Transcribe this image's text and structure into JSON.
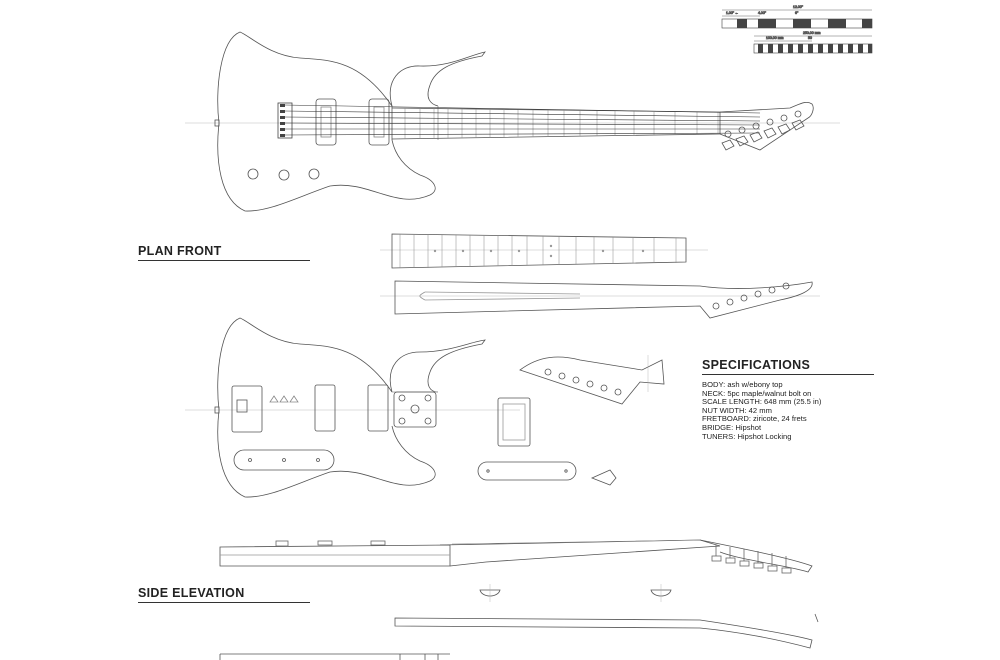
{
  "sections": {
    "plan_front": "PLAN FRONT",
    "side_elevation": "SIDE ELEVATION"
  },
  "specifications": {
    "title": "SPECIFICATIONS",
    "lines": [
      "BODY: ash w/ebony top",
      "NECK: 5pc maple/walnut bolt on",
      "SCALE LENGTH: 648 mm (25.5 in)",
      "NUT WIDTH: 42 mm",
      "FRETBOARD: ziricote, 24 frets",
      "BRIDGE: Hipshot",
      "TUNERS: Hipshot Locking"
    ]
  },
  "scale_bars": {
    "imperial": {
      "total": "12.00\"",
      "labels": [
        "1.00\" ←",
        "4.00\"",
        "6\""
      ]
    },
    "metric": {
      "total": "250.00 mm",
      "labels": [
        "100.00 mm",
        "50"
      ]
    }
  },
  "colors": {
    "line": "#555555",
    "thin_line": "#8a8a8a",
    "ink": "#222222"
  }
}
